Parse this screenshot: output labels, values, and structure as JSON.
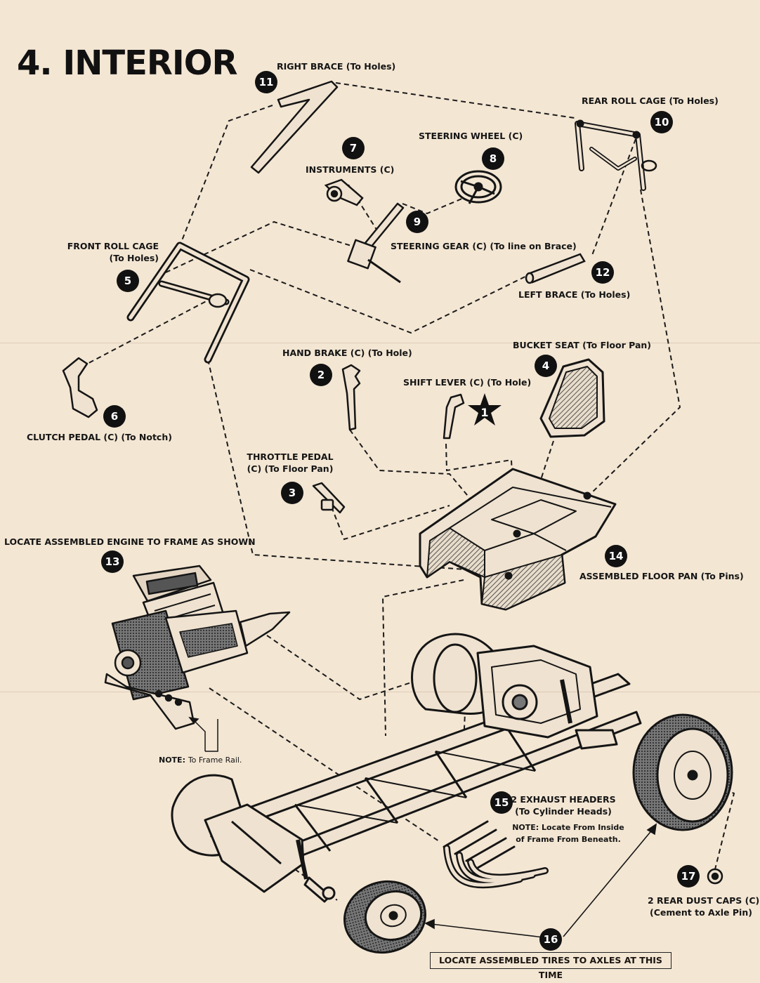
{
  "title": "4. INTERIOR",
  "steps": [
    {
      "num": "1",
      "label": "SHIFT LEVER (C) (To Hole)",
      "marker": "star"
    },
    {
      "num": "2",
      "label": "HAND BRAKE (C) (To Hole)"
    },
    {
      "num": "3",
      "label_line1": "THROTTLE PEDAL",
      "label_line2": "(C) (To Floor Pan)"
    },
    {
      "num": "4",
      "label": "BUCKET SEAT (To Floor Pan)"
    },
    {
      "num": "5",
      "label_line1": "FRONT ROLL CAGE",
      "label_line2": "(To Holes)"
    },
    {
      "num": "6",
      "label": "CLUTCH PEDAL (C) (To Notch)"
    },
    {
      "num": "7",
      "label": "INSTRUMENTS (C)"
    },
    {
      "num": "8",
      "label": "STEERING WHEEL (C)"
    },
    {
      "num": "9",
      "label": "STEERING GEAR (C) (To line on Brace)"
    },
    {
      "num": "10",
      "label": "REAR ROLL CAGE (To Holes)"
    },
    {
      "num": "11",
      "label": "RIGHT BRACE (To Holes)"
    },
    {
      "num": "12",
      "label": "LEFT BRACE (To Holes)"
    },
    {
      "num": "13",
      "label": "LOCATE ASSEMBLED ENGINE TO FRAME AS SHOWN"
    },
    {
      "num": "14",
      "label": "ASSEMBLED FLOOR PAN (To Pins)"
    },
    {
      "num": "15",
      "label_line1": "2 EXHAUST HEADERS",
      "label_line2": "(To Cylinder Heads)",
      "note_label": "NOTE:",
      "note_line1": "Locate From Inside",
      "note_line2": "of Frame From Beneath."
    },
    {
      "num": "16",
      "label": "LOCATE ASSEMBLED TIRES TO AXLES AT THIS TIME"
    },
    {
      "num": "17",
      "label_line1": "2 REAR DUST CAPS (C)",
      "label_line2": "(Cement to Axle Pin)"
    }
  ],
  "engine_note": {
    "label": "NOTE:",
    "text": "To Frame Rail."
  },
  "colors": {
    "paper": "#f3e6d3",
    "ink": "#151515"
  }
}
